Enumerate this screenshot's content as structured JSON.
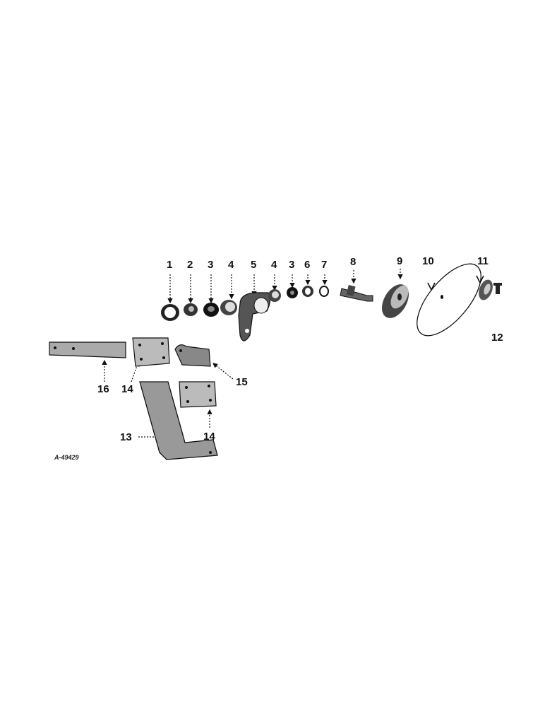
{
  "diagram": {
    "drawing_code": "A-49429",
    "callouts": [
      "1",
      "2",
      "3",
      "4",
      "5",
      "4",
      "3",
      "6",
      "7",
      "8",
      "9",
      "10",
      "11",
      "12",
      "16",
      "14",
      "15",
      "14",
      "13"
    ]
  }
}
